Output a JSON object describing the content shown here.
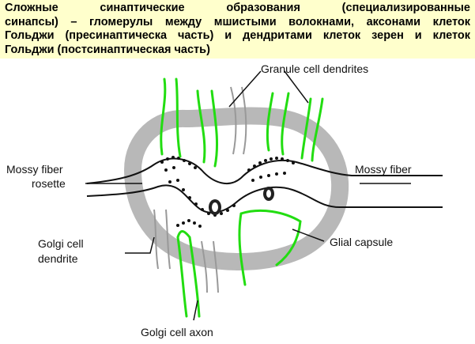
{
  "caption": {
    "line1": "Сложные синаптические образования (специализированные",
    "line2": "синапсы) – гломерулы между мшистыми волокнами, аксонами клеток",
    "line3": "Гольджи (пресинаптическа часть) и дендритами клеток зерен и клеток",
    "line4": "Гольджи (постсинаптическая часть)"
  },
  "labels": {
    "granule_cell_dendrites": "Granule cell dendrites",
    "mossy_fiber_rosette_1": "Mossy fiber",
    "mossy_fiber_rosette_2": "rosette",
    "mossy_fiber": "Mossy fiber",
    "golgi_cell_dendrites_1": "Golgi cell",
    "golgi_cell_dendrites_2": "dendrite",
    "glial_capsule": "Glial capsule",
    "golgi_cell_axon": "Golgi cell axon"
  },
  "colors": {
    "caption_bg": "#ffffcc",
    "dendrite_green": "#22dd11",
    "glial_gray": "#b8b8b8",
    "line_black": "#111111"
  }
}
